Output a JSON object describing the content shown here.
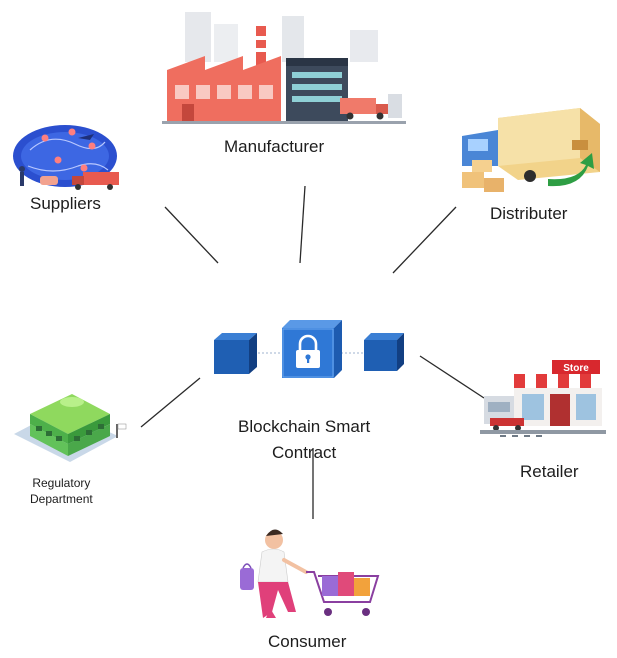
{
  "nodes": {
    "manufacturer": "Manufacturer",
    "suppliers": "Suppliers",
    "distributer": "Distributer",
    "regulatory": [
      "Regulatory",
      "Department"
    ],
    "retailer": "Retailer",
    "consumer": "Consumer"
  },
  "center": {
    "line1": "Blockchain Smart",
    "line2": "Contract"
  },
  "icons": {
    "store_sign": "Store"
  },
  "colors": {
    "block_blue": "#1f5fb3",
    "block_dark": "#123f82",
    "line": "#2a2a2a"
  }
}
